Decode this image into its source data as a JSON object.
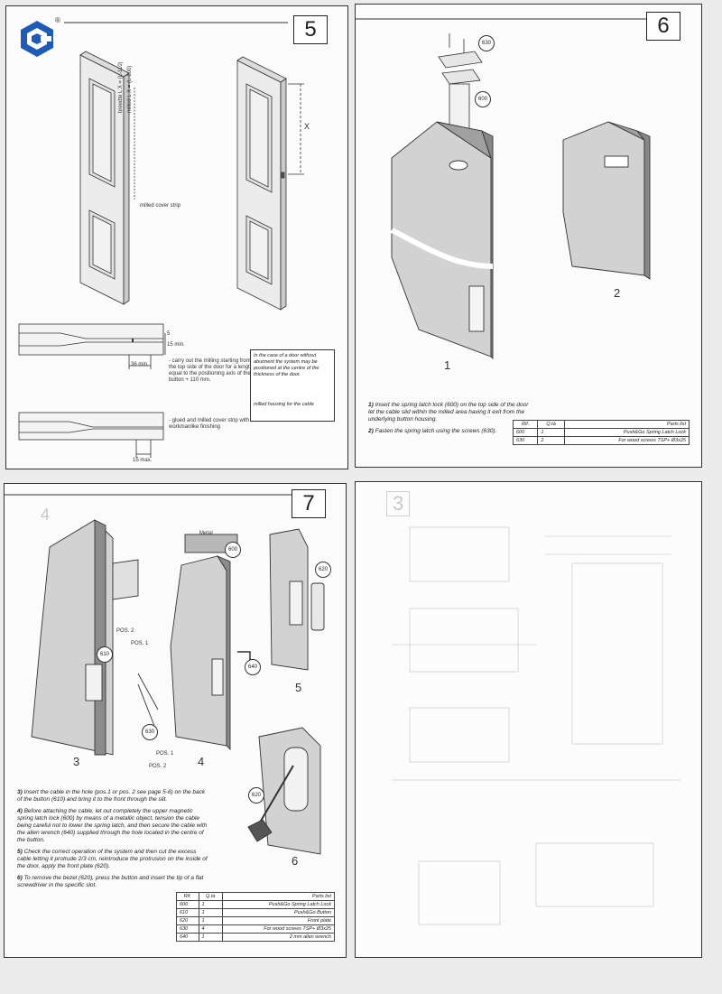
{
  "panel1": {
    "page_number": "5",
    "cut_label_1": "breedte L X = (L-110)",
    "cut_label_2": "milled L X = (L-100)",
    "milled_strip_label": "milled cover strip",
    "dim_x": "X",
    "dim_5": "5",
    "dim_15min": "15 min.",
    "dim_36min": "36 min.",
    "dim_15max": "15 max.",
    "milling_note": "- carry out the milling starting from the top side of the door for a length equal to the positioning axis of the button + 110 mm.",
    "glue_note": "- glued and milled cover strip with workmanlike finishing",
    "abutment_note": "In the case of a door without abutment the system may be positioned at the centre of the thickness of the door.",
    "milled_housing_label": "milled housing for the cable"
  },
  "panel2": {
    "page_number": "6",
    "callout_630": "630",
    "callout_600": "600",
    "fig1": "1",
    "fig2": "2",
    "steps": [
      {
        "num": "1)",
        "text": "Insert the spring latch lock (600) on the top side of the door let the cable slid within the milled area having it exit from the underlying button housing."
      },
      {
        "num": "2)",
        "text": "Fasten the spring latch using the screws (630)."
      }
    ],
    "parts": {
      "headers": [
        "Rif.",
        "Q.tà",
        "Parts list"
      ],
      "rows": [
        [
          "600",
          "1",
          "Push&Go Spring Latch Lock"
        ],
        [
          "630",
          "2",
          "For wood screws TSP+ Ø3x25"
        ]
      ]
    }
  },
  "panel3": {
    "page_number": "7",
    "faded_number": "4",
    "metal_label": "Metal",
    "callouts": [
      "600",
      "620",
      "610",
      "640",
      "630",
      "620"
    ],
    "pos_labels": [
      "POS. 2",
      "POS. 1",
      "POS. 1",
      "POS. 2"
    ],
    "figs": [
      "3",
      "4",
      "5",
      "6"
    ],
    "steps": [
      {
        "num": "3)",
        "text": "Insert the cable in the hole (pos.1 or pos. 2 see page 5-6) on the back of the button (610) and bring it to the front through the slit."
      },
      {
        "num": "4)",
        "text": "Before attaching the cable, let out completely the upper magnetic spring latch lock (600) by means of a metallic object, tension the cable being careful not to lower the spring latch, and then secure the cable with the allen wrench (640) supplied through the hole located in the centre of the button."
      },
      {
        "num": "5)",
        "text": "Check the correct operation of the system and then cut the excess cable letting it protrude 2/3 cm, reintroduce the protrusion on the inside of the door, apply the front plate (620)."
      },
      {
        "num": "6)",
        "text": "To remove the bezel (620), press the button and insert the tip of a flat screwdriver in the specific slot."
      }
    ],
    "parts": {
      "headers": [
        "Rif.",
        "Q.tà",
        "Parts list"
      ],
      "rows": [
        [
          "600",
          "1",
          "Push&Go Spring Latch Lock"
        ],
        [
          "610",
          "1",
          "Push&Go Button"
        ],
        [
          "620",
          "1",
          "Front plate"
        ],
        [
          "630",
          "4",
          "For wood screws TSP+ Ø3x25"
        ],
        [
          "640",
          "1",
          "2 mm allen wrench"
        ]
      ]
    }
  },
  "panel4": {
    "faded_number": "3"
  },
  "colors": {
    "line": "#333333",
    "door_fill": "#d9d9d9",
    "door_dark": "#8c8c8c",
    "logo_blue": "#1e5bb8"
  },
  "logo": {
    "icon": "brand-logo-icon",
    "registered_mark": "®"
  }
}
